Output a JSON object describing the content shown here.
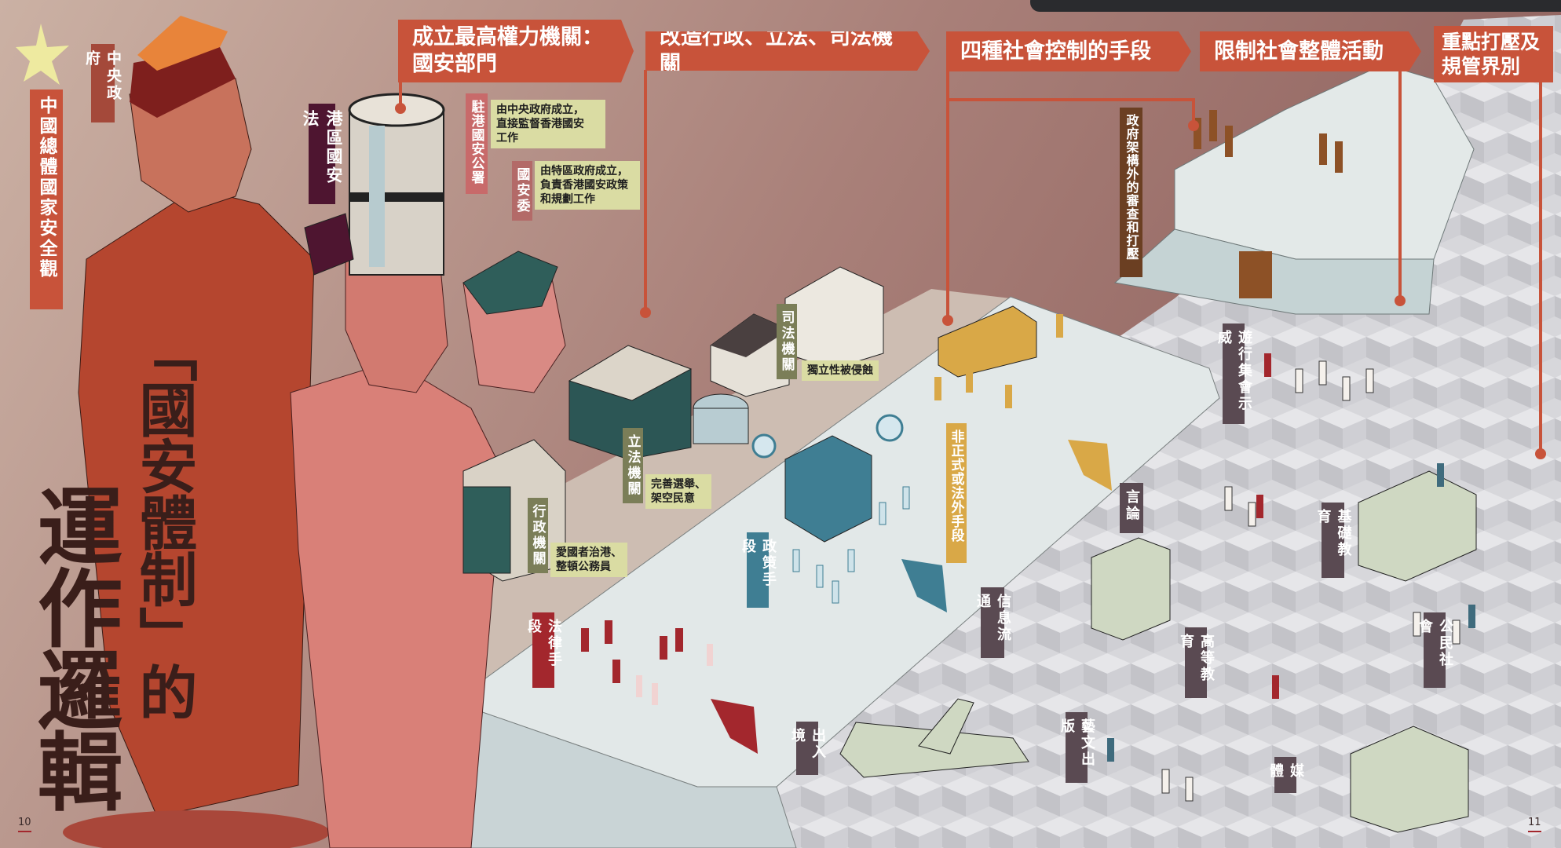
{
  "title": {
    "line1": "「國安體制」的",
    "line2": "運作邏輯"
  },
  "page_numbers": {
    "left": "10",
    "right": "11"
  },
  "sections": [
    {
      "label": "成立最高權力機關：\n國安部門"
    },
    {
      "label": "改造行政、立法、司法機關"
    },
    {
      "label": "四種社會控制的手段"
    },
    {
      "label": "限制社會整體活動"
    },
    {
      "label": "重點打壓及\n規管界別"
    }
  ],
  "hierarchy": {
    "ideology": "中國總體國家安全觀",
    "central_gov": "中央政府",
    "nsl": "港區國安法",
    "office": {
      "label": "駐港國安公署",
      "note": "由中央政府成立，\n直接監督香港國安\n工作"
    },
    "committee": {
      "label": "國安委",
      "note": "由特區政府成立，\n負責香港國安政策\n和規劃工作"
    }
  },
  "institutions": {
    "judiciary": {
      "label": "司法機關",
      "note": "獨立性被侵蝕"
    },
    "legislature": {
      "label": "立法機關",
      "note": "完善選舉、\n架空民意"
    },
    "executive": {
      "label": "行政機關",
      "note": "愛國者治港、\n整頓公務員"
    }
  },
  "means": {
    "legal": "法律手段",
    "policy": "政策手段",
    "extralegal": "非正式或法外手段",
    "outside_gov": "政府架構外的審查和打壓"
  },
  "sectors": {
    "assembly": "遊行集會示威",
    "speech": "言論",
    "basic_edu": "基礎教育",
    "info": "信息流通",
    "higher_edu": "高等教育",
    "civil": "公民社會",
    "arts": "藝文出版",
    "media": "媒體",
    "travel": "出入境"
  },
  "colors": {
    "banner": "#c8533a",
    "legal": "#a3272d",
    "policy": "#3f7e93",
    "extralegal": "#d9a847",
    "outside": "#6b3f22",
    "institution": "#7b7e58",
    "sector": "#5a4a52"
  }
}
